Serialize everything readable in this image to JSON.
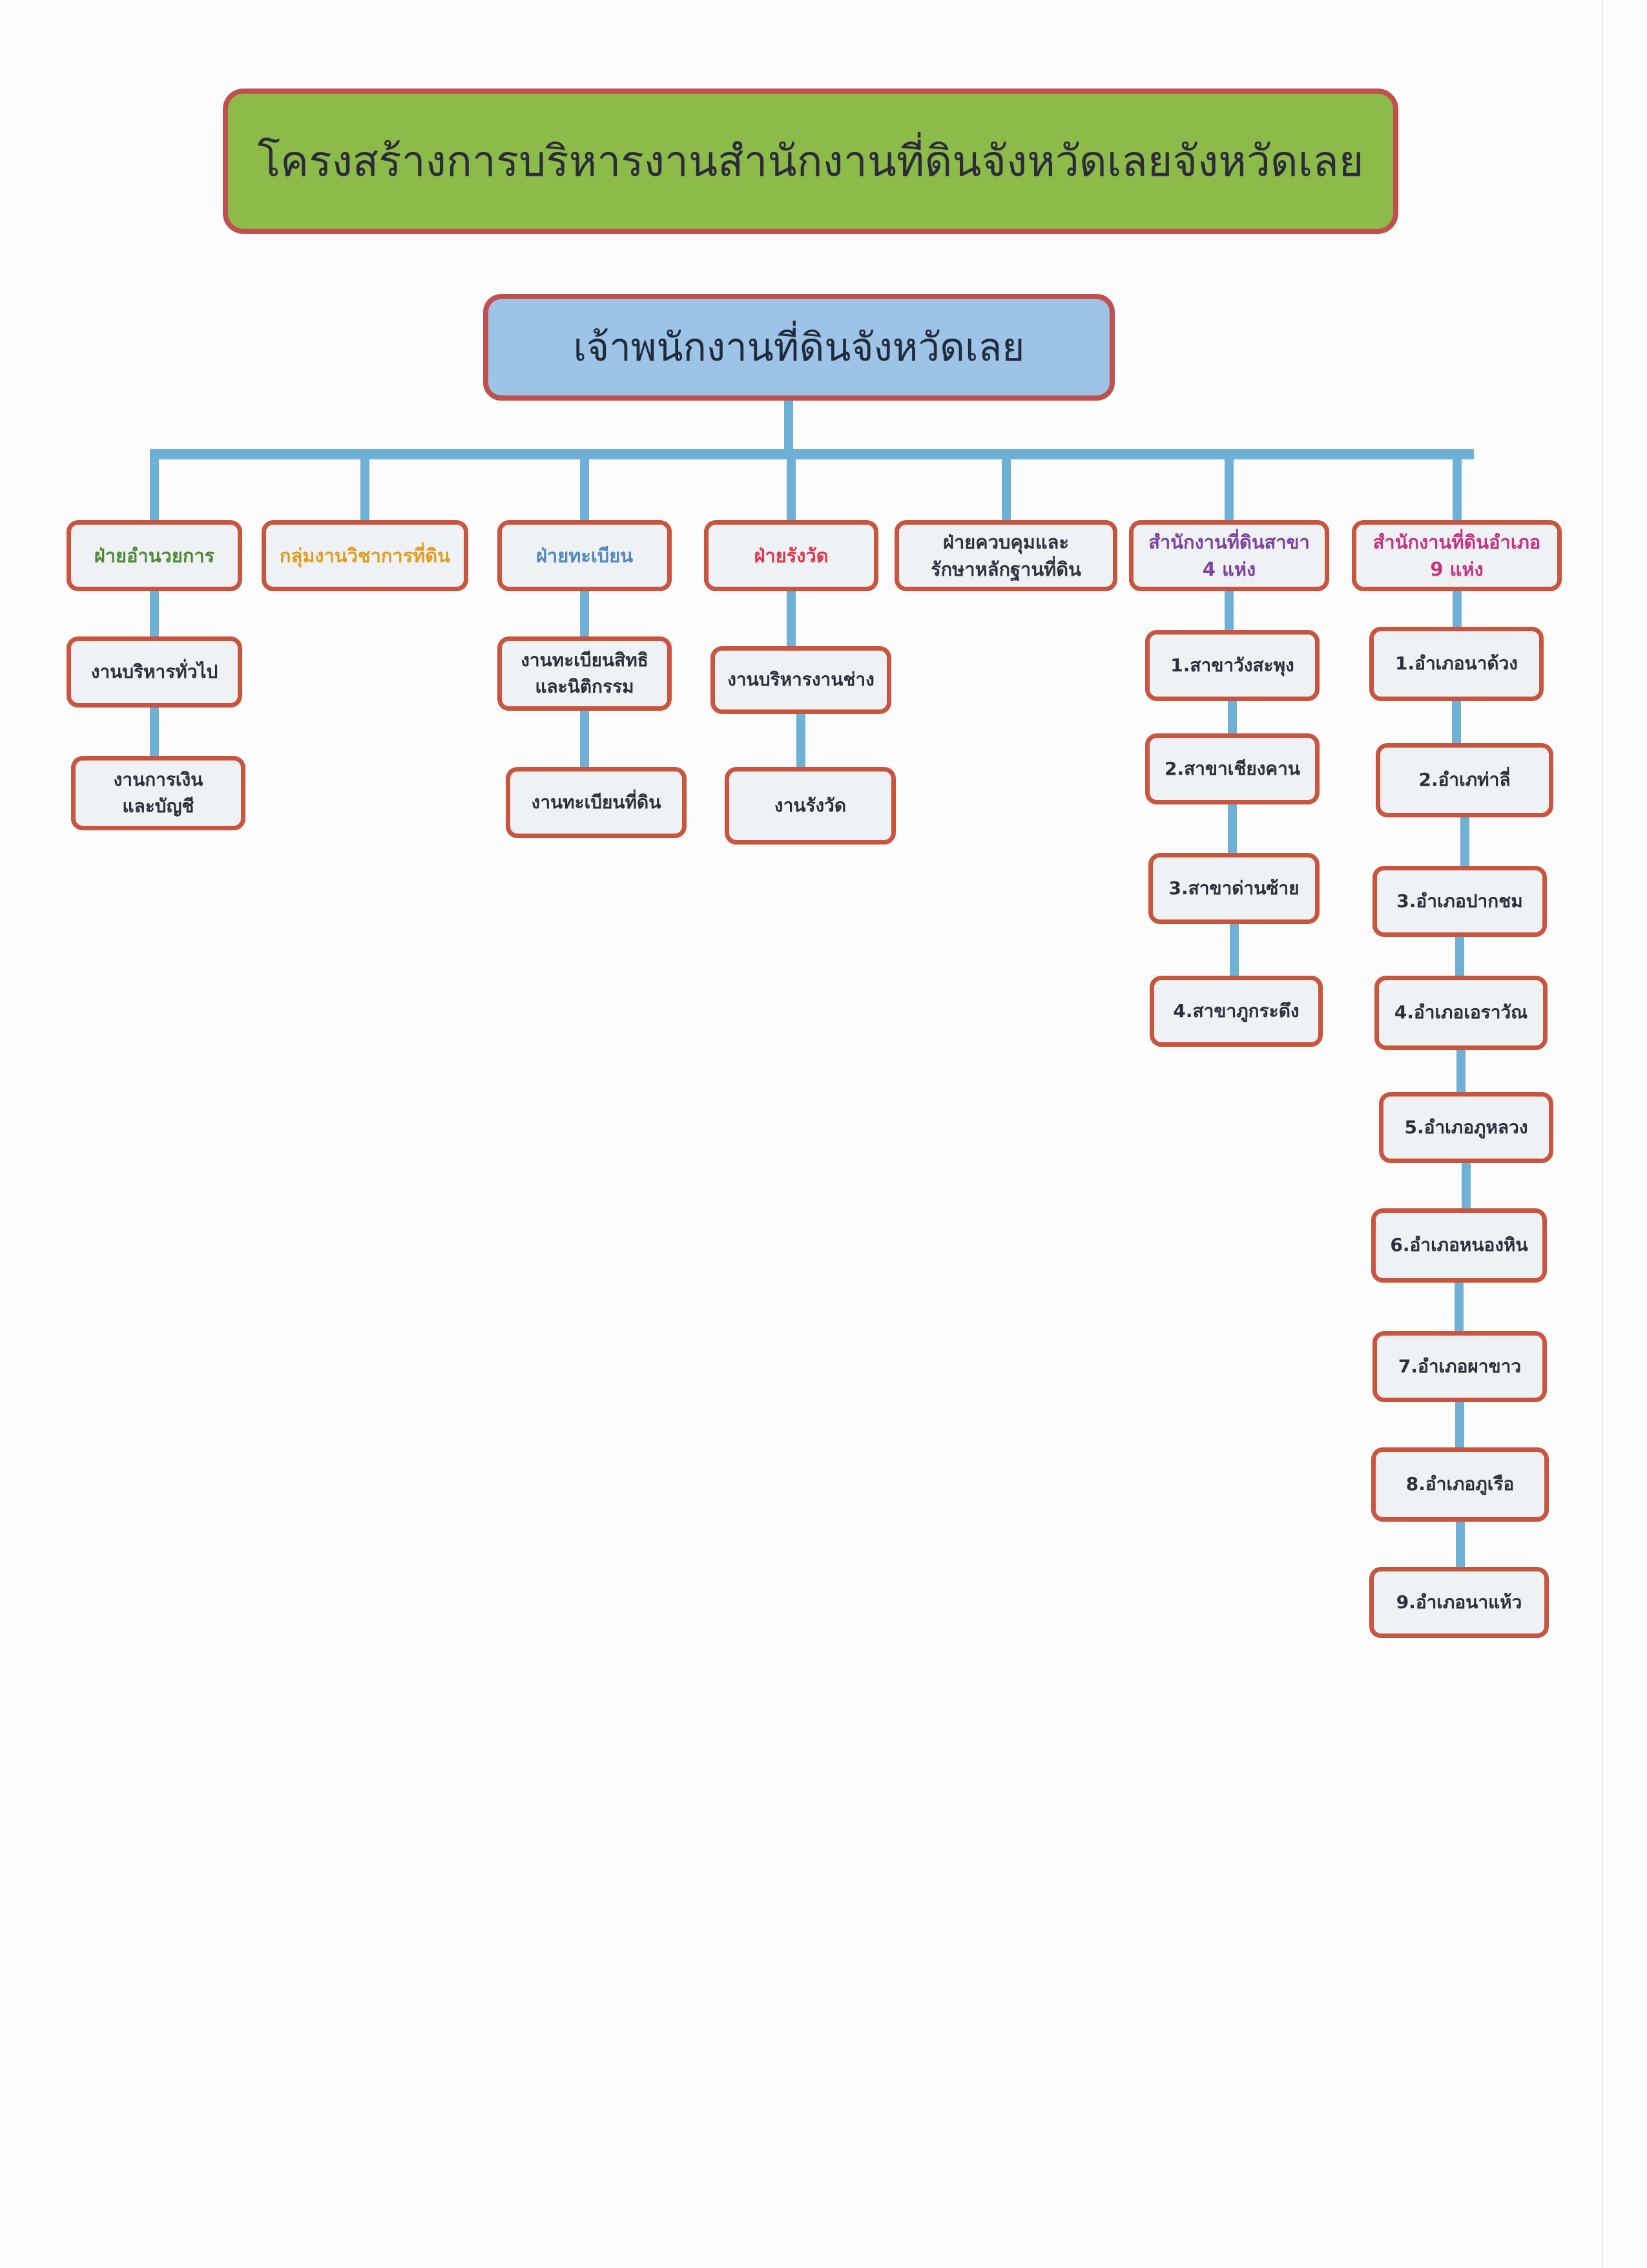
{
  "title": "โครงสร้างการบริหารงานสำนักงานที่ดินจังหวัดเลยจังหวัดเลย",
  "head": "เจ้าพนักงานที่ดินจังหวัดเลย",
  "departments": [
    {
      "label": "ฝ่ายอำนวยการ",
      "children": [
        "งานบริหารทั่วไป",
        "งานการเงิน\nและบัญชี"
      ]
    },
    {
      "label": "กลุ่มงานวิชาการที่ดิน",
      "children": []
    },
    {
      "label": "ฝ่ายทะเบียน",
      "children": [
        "งานทะเบียนสิทธิ\nและนิติกรรม",
        "งานทะเบียนที่ดิน"
      ]
    },
    {
      "label": "ฝ่ายรังวัด",
      "children": [
        "งานบริหารงานช่าง",
        "งานรังวัด"
      ]
    },
    {
      "label": "ฝ่ายควบคุมและ\nรักษาหลักฐานที่ดิน",
      "children": []
    },
    {
      "label": "สำนักงานที่ดินสาขา\n4 แห่ง",
      "children": [
        "1.สาขาวังสะพุง",
        "2.สาขาเชียงคาน",
        "3.สาขาด่านซ้าย",
        "4.สาขาภูกระดึง"
      ]
    },
    {
      "label": "สำนักงานที่ดินอำเภอ\n9 แห่ง",
      "children": [
        "1.อำเภอนาด้วง",
        "2.อำเภท่าลี่",
        "3.อำเภอปากชม",
        "4.อำเภอเอราวัณ",
        "5.อำเภอภูหลวง",
        "6.อำเภอหนองหิน",
        "7.อำเภอผาขาว",
        "8.อำเภอภูเรือ",
        "9.อำเภอนาแห้ว"
      ]
    }
  ],
  "colors": {
    "title_fill": "#8dbb4a",
    "head_fill": "#9dc3e6",
    "border": "#c0504d",
    "connector": "#6fb0d6",
    "dept_label_colors": [
      "#4e8a35",
      "#e39b1e",
      "#4f86c6",
      "#e0354a",
      "#2d3340",
      "#7d3fa3",
      "#c8307e"
    ]
  }
}
